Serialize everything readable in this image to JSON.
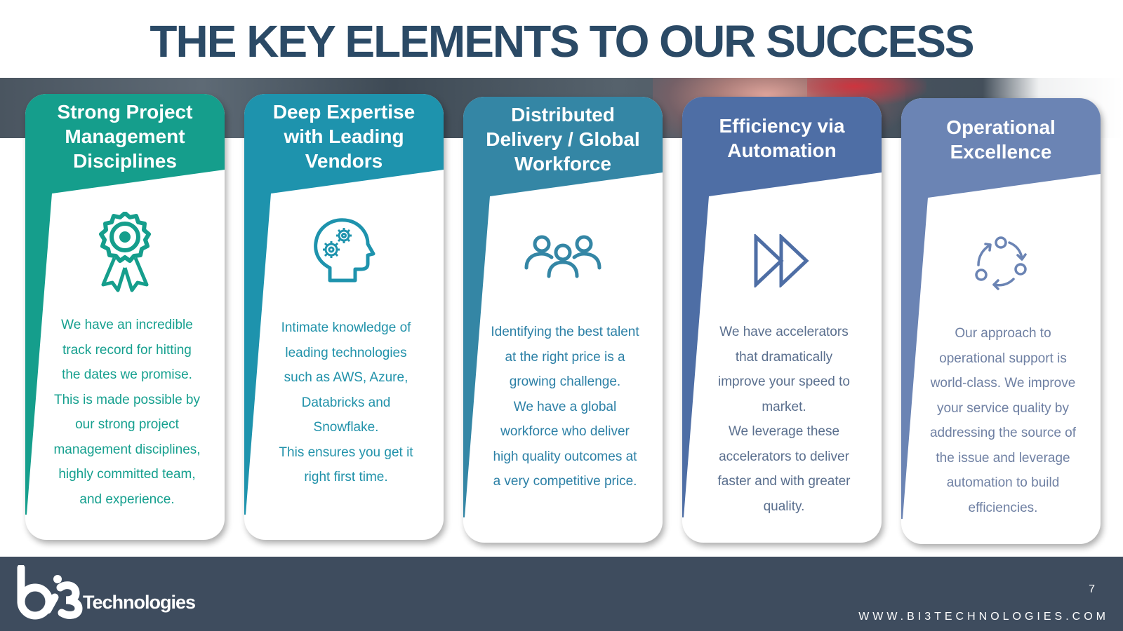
{
  "page": {
    "title": "THE KEY ELEMENTS TO OUR SUCCESS"
  },
  "cards": [
    {
      "title_lines": [
        "Strong Project",
        "Management",
        "Disciplines"
      ],
      "icon": "award-ribbon-icon",
      "color": "#159e8c",
      "text_color": "#16a08f",
      "body_lines": [
        "We have an incredible",
        "track record for hitting",
        "the dates we promise.",
        "This is made possible by",
        "our strong project",
        "management disciplines,",
        "highly committed team,",
        "and experience."
      ]
    },
    {
      "title_lines": [
        "Deep Expertise",
        "with Leading",
        "Vendors"
      ],
      "icon": "head-gears-icon",
      "color": "#1e93ad",
      "text_color": "#2192aa",
      "body_lines": [
        "Intimate knowledge of",
        "leading technologies",
        "such as AWS, Azure,",
        "Databricks and",
        "Snowflake.",
        "This ensures you get it",
        "right first time."
      ]
    },
    {
      "title_lines": [
        "Distributed",
        "Delivery / Global",
        "Workforce"
      ],
      "icon": "team-people-icon",
      "color": "#3486a5",
      "text_color": "#2c80a6",
      "body_lines": [
        "Identifying the best talent",
        "at the right price is a",
        "growing challenge.",
        "We have a global",
        "workforce who deliver",
        "high quality outcomes at",
        "a very competitive price."
      ]
    },
    {
      "title_lines": [
        "Efficiency via",
        "Automation"
      ],
      "icon": "fast-forward-icon",
      "color": "#4e6ea5",
      "text_color": "#5a6f8e",
      "body_lines": [
        "We have accelerators",
        "that dramatically",
        "improve your speed to",
        "market.",
        "We leverage these",
        "accelerators to deliver",
        "faster and with greater",
        "quality."
      ]
    },
    {
      "title_lines": [
        "Operational",
        "Excellence"
      ],
      "icon": "cycle-arrows-icon",
      "color": "#6b84b4",
      "text_color": "#6f80a3",
      "body_lines": [
        "Our approach to",
        "operational support is",
        "world-class. We improve",
        "your service quality by",
        "addressing the source of",
        "the issue and leverage",
        "automation to build",
        "efficiencies."
      ]
    }
  ],
  "footer": {
    "logo_word": "Technologies",
    "page_number": "7",
    "website": "WWW.BI3TECHNOLOGIES.COM"
  }
}
